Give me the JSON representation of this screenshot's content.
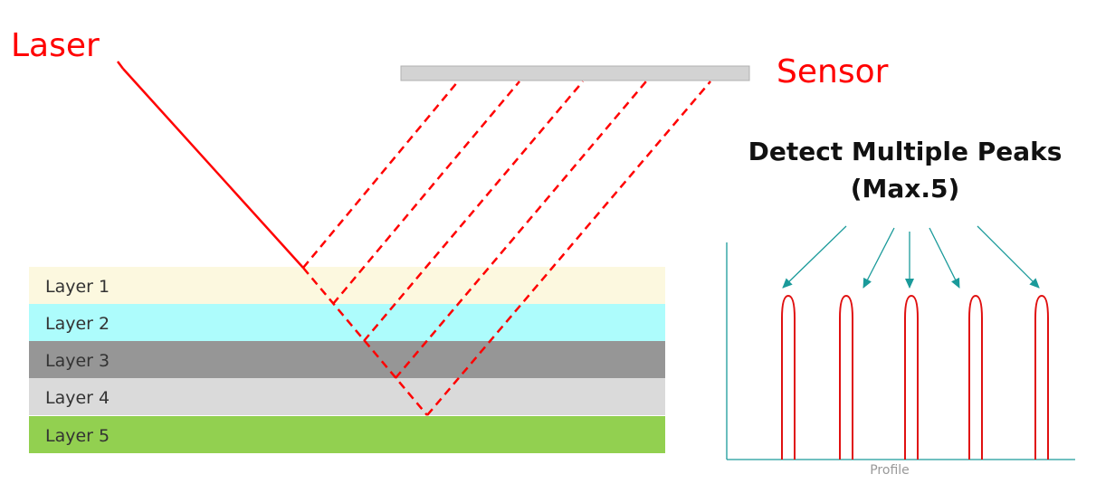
{
  "labels": {
    "laser": "Laser",
    "sensor": "Sensor",
    "title_line1": "Detect Multiple Peaks",
    "title_line2": "(Max.5)",
    "profile": "Profile"
  },
  "layers": [
    {
      "label": "Layer 1",
      "color": "#fcf8df"
    },
    {
      "label": "Layer 2",
      "color": "#adfcfc"
    },
    {
      "label": "Layer 3",
      "color": "#969696"
    },
    {
      "label": "Layer 4",
      "color": "#dadada"
    },
    {
      "label": "Layer 5",
      "color": "#92d050"
    }
  ],
  "colors": {
    "laser": "#ff0000",
    "sensor": "#d3d3d3",
    "arrow": "#1a9a9a",
    "axis": "#1a9a9a",
    "peak": "#e01010"
  },
  "peak_count": 5
}
